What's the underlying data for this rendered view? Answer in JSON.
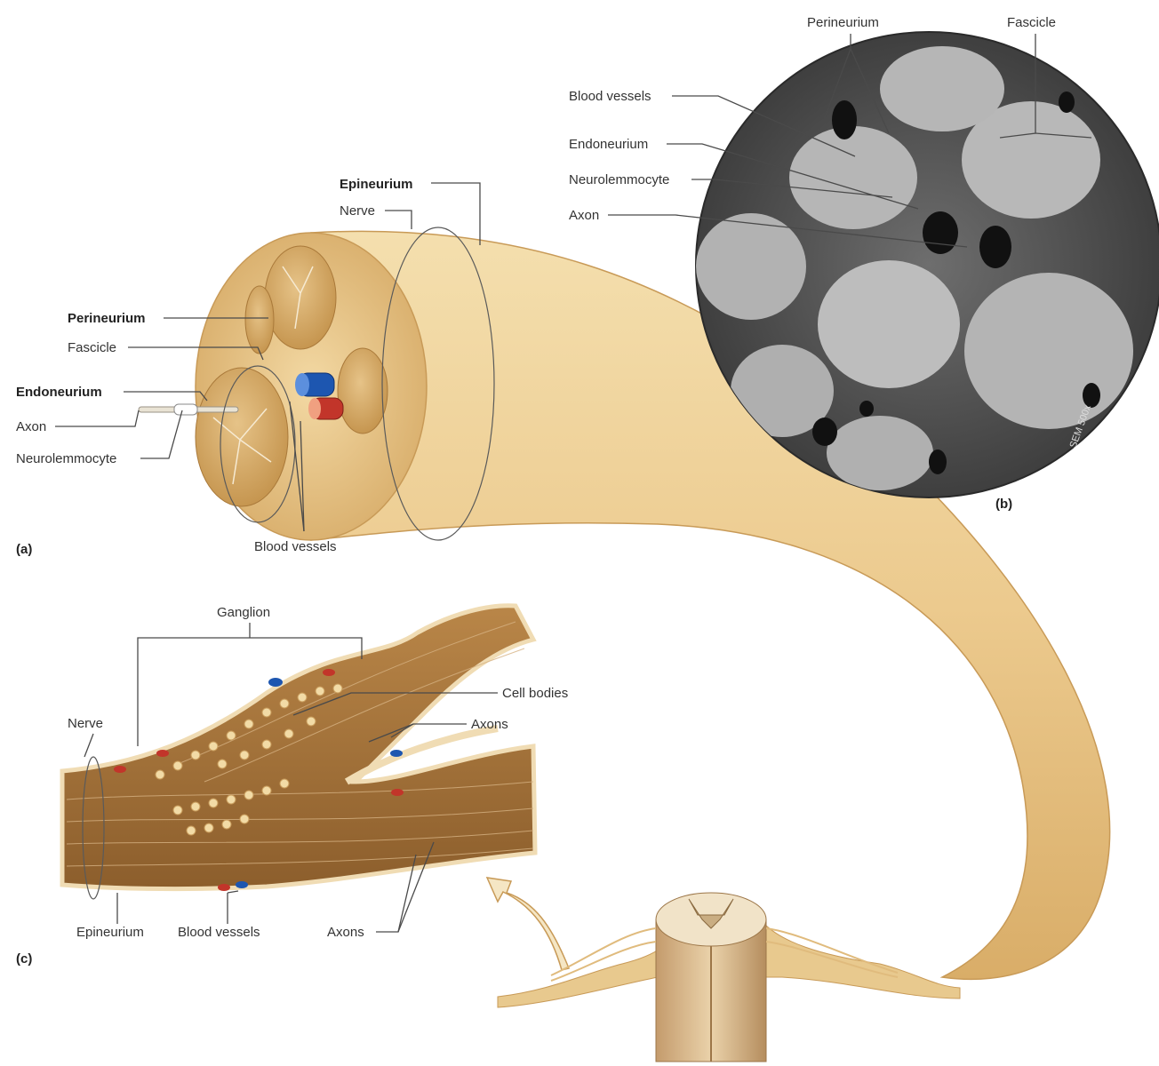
{
  "panel_a": {
    "tag": "(a)",
    "labels": {
      "epineurium": "Epineurium",
      "nerve": "Nerve",
      "perineurium": "Perineurium",
      "fascicle": "Fascicle",
      "endoneurium": "Endoneurium",
      "axon": "Axon",
      "neurolemmocyte": "Neurolemmocyte",
      "blood_vessels": "Blood vessels"
    }
  },
  "panel_b": {
    "tag": "(b)",
    "watermark": "SEM 500x",
    "labels": {
      "perineurium": "Perineurium",
      "fascicle": "Fascicle",
      "blood_vessels": "Blood vessels",
      "endoneurium": "Endoneurium",
      "neurolemmocyte": "Neurolemmocyte",
      "axon": "Axon"
    }
  },
  "panel_c": {
    "tag": "(c)",
    "labels": {
      "ganglion": "Ganglion",
      "cell_bodies": "Cell bodies",
      "axons_upper": "Axons",
      "nerve": "Nerve",
      "epineurium": "Epineurium",
      "blood_vessels": "Blood vessels",
      "axons_lower": "Axons"
    }
  },
  "colors": {
    "nerve_tan": "#eccd93",
    "fascicle": "#d9b070",
    "ganglion_brown": "#a8773f",
    "vein_blue": "#1d56b0",
    "artery_red": "#c2352a",
    "sem_gray": "#7a7a7a"
  }
}
